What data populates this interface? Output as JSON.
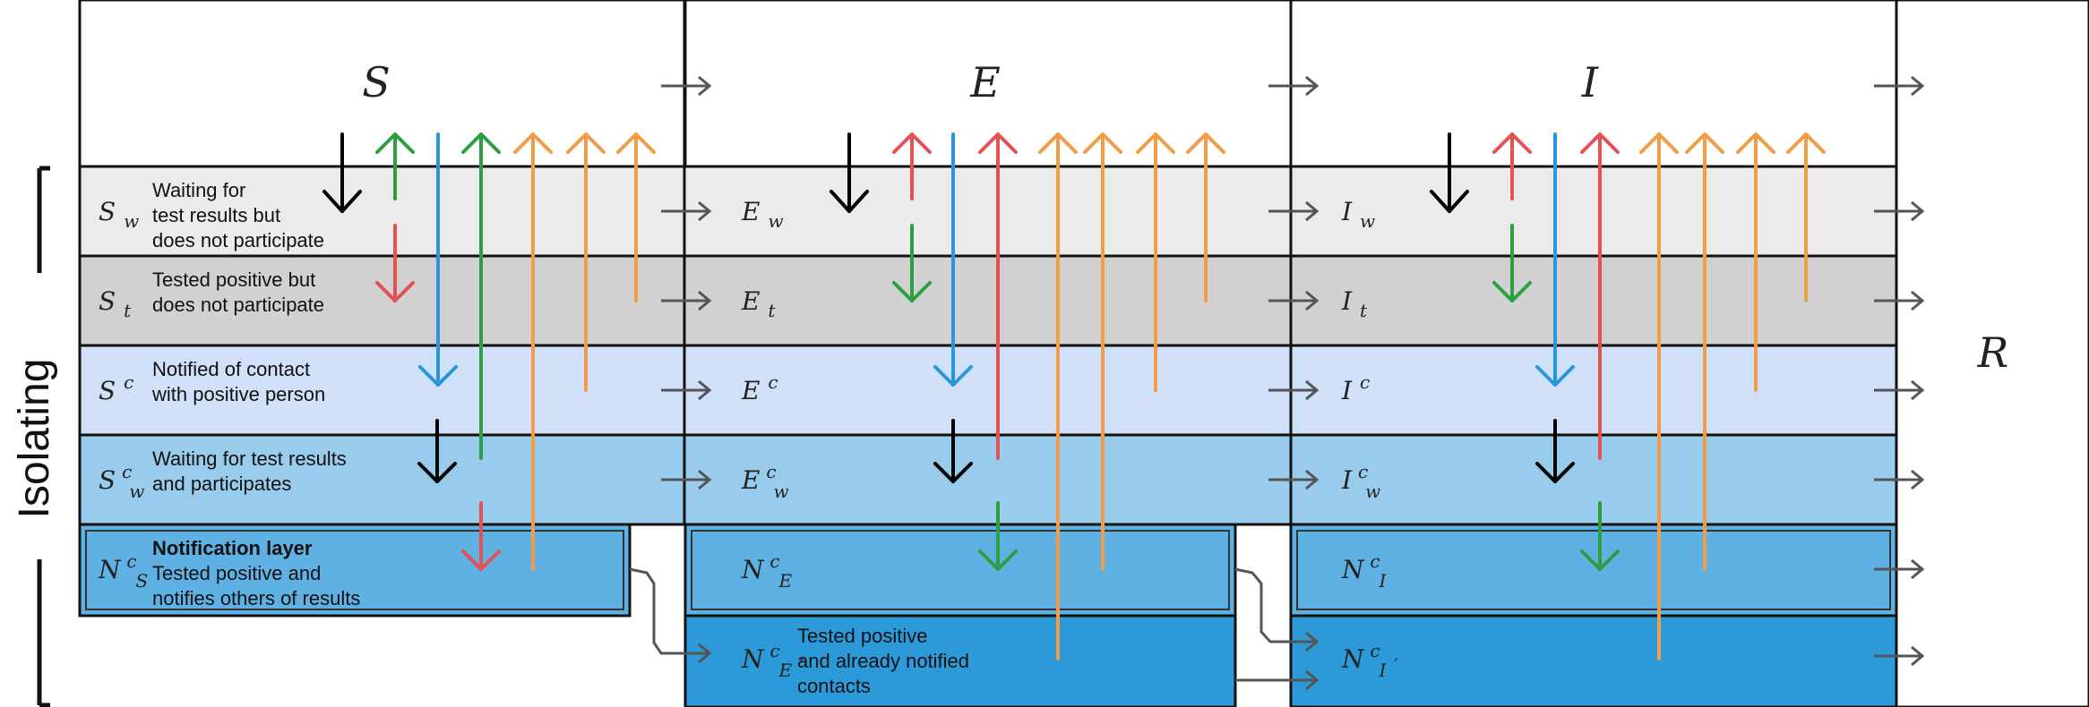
{
  "diagram": {
    "compartments": {
      "S": "S",
      "E": "E",
      "I": "I",
      "R": "R"
    },
    "rows": {
      "w": {
        "sub": "w",
        "description": [
          "Waiting for",
          "test results but",
          "does not participate"
        ],
        "fill": "#ebebeb"
      },
      "t": {
        "sub": "t",
        "description": [
          "Tested positive but",
          "does not participate"
        ],
        "fill": "#d1d1d1"
      },
      "c": {
        "sup": "c",
        "description": [
          "Notified of contact",
          "with positive person"
        ],
        "fill": "#cfe0f8"
      },
      "wc": {
        "sub": "w",
        "sup": "c",
        "description": [
          "Waiting for test results",
          "and participates"
        ],
        "fill": "#98cbec"
      },
      "N": {
        "letter": "N",
        "description_title": "Notification layer",
        "description": [
          "Tested positive and",
          "notifies others of results"
        ],
        "fill": "#60b1e3"
      },
      "Nprime": {
        "letter": "N",
        "description": [
          "Tested positive",
          "and already notified",
          "contacts"
        ],
        "fill": "#2c9ad8"
      }
    },
    "side_label": "Isolating",
    "colors": {
      "black": "#000000",
      "green": "#2aa041",
      "red": "#e25252",
      "blue": "#2796db",
      "orange": "#f29d45",
      "gray": "#555555"
    }
  }
}
